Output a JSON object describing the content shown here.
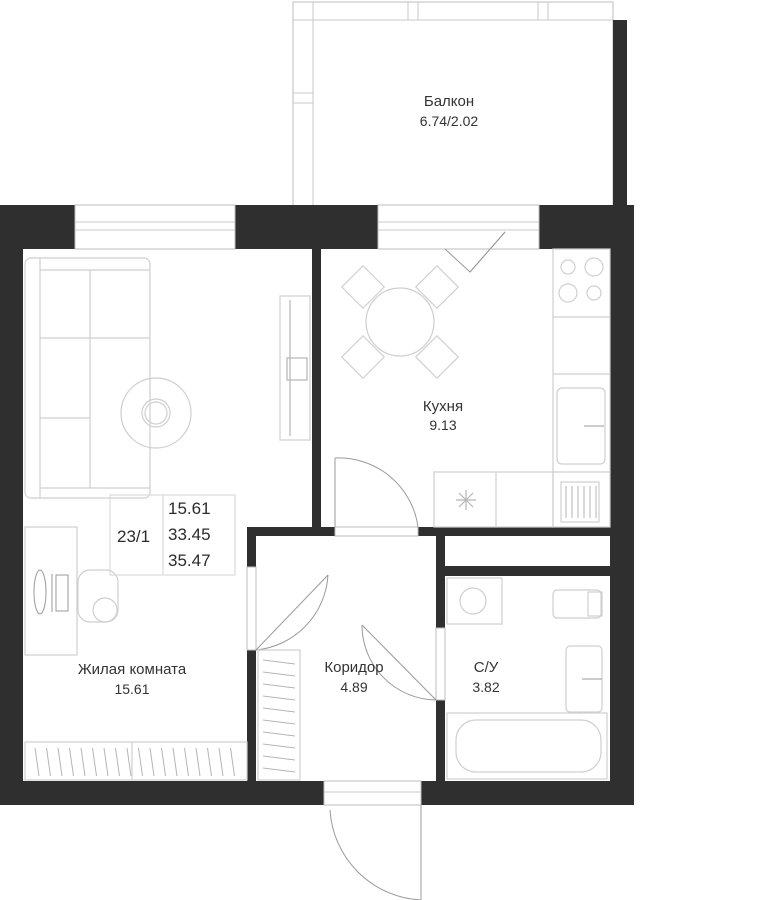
{
  "plan": {
    "wall_color": "#2f2f30",
    "rooms": [
      {
        "id": "balcony",
        "name": "Балкон",
        "area": "6.74/2.02"
      },
      {
        "id": "kitchen",
        "name": "Кухня",
        "area": "9.13"
      },
      {
        "id": "living",
        "name": "Жилая комната",
        "area": "15.61"
      },
      {
        "id": "corridor",
        "name": "Коридор",
        "area": "4.89"
      },
      {
        "id": "bathroom",
        "name": "С/У",
        "area": "3.82"
      }
    ],
    "apartment": {
      "number": "23/1",
      "living_area": "15.61",
      "total_area": "33.45",
      "total_with_balcony": "35.47"
    }
  }
}
